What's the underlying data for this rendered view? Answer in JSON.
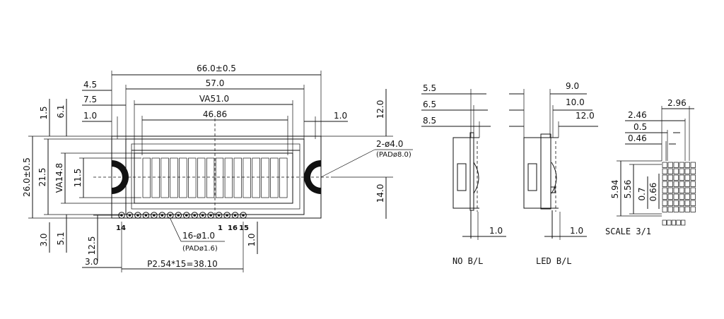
{
  "front_view": {
    "dim_width_overall": "66.0±0.5",
    "dim_width_57": "57.0",
    "dim_va_width": "VA51.0",
    "dim_active_width": "46.86",
    "dim_left_4_5": "4.5",
    "dim_left_7_5": "7.5",
    "dim_left_1_0": "1.0",
    "dim_right_1_0": "1.0",
    "dim_top_1_5": "1.5",
    "dim_top_6_1": "6.1",
    "dim_right_12_0": "12.0",
    "dim_height_overall": "26.0±0.5",
    "dim_height_21_5": "21.5",
    "dim_va_height": "VA14.8",
    "dim_active_height": "11.5",
    "dim_right_14_0": "14.0",
    "hole_note": "2-ø4.0",
    "hole_pad_note": "(PADø8.0)",
    "dim_bottom_3_0": "3.0",
    "dim_bottom_5_1": "5.1",
    "dim_bottom_12_5": "12.5",
    "dim_bottom_3_0b": "3.0",
    "dim_bottom_1_0": "1.0",
    "pin_note": "16-ø1.0",
    "pin_pad_note": "(PADø1.6)",
    "pitch_note": "P2.54*15=38.10",
    "pin_label_14": "14",
    "pin_label_1": "1",
    "pin_label_16": "16",
    "pin_label_15": "15"
  },
  "side_views": {
    "no_bl": {
      "caption": "NO B/L",
      "dim_5_5": "5.5",
      "dim_6_5": "6.5",
      "dim_8_5": "8.5",
      "dim_1_0": "1.0"
    },
    "led_bl": {
      "caption": "LED B/L",
      "dim_9_0": "9.0",
      "dim_10_0": "10.0",
      "dim_12_0": "12.0",
      "dim_1_0": "1.0"
    }
  },
  "char_detail": {
    "dim_2_96": "2.96",
    "dim_2_46": "2.46",
    "dim_0_5": "0.5",
    "dim_0_46": "0.46",
    "dim_5_94": "5.94",
    "dim_5_56": "5.56",
    "dim_0_7": "0.7",
    "dim_0_66": "0.66",
    "scale": "SCALE 3/1"
  }
}
